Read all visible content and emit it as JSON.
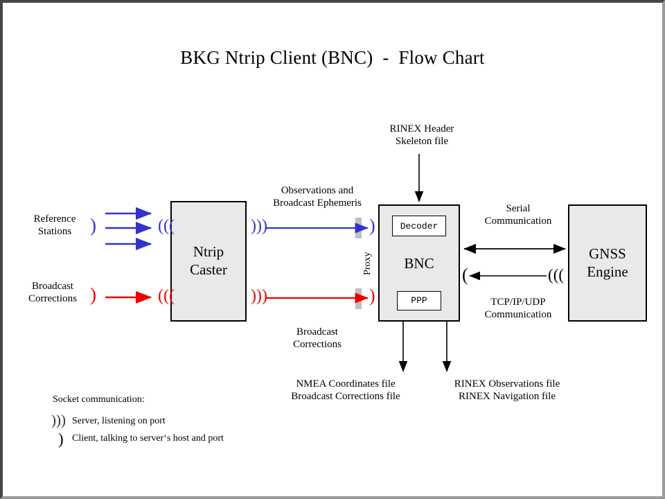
{
  "chart_data": {
    "type": "diagram",
    "title": "BKG Ntrip Client (BNC)  -  Flow Chart",
    "nodes": [
      {
        "id": "ntrip-caster",
        "label": "Ntrip\nCaster"
      },
      {
        "id": "bnc",
        "label": "BNC"
      },
      {
        "id": "gnss-engine",
        "label": "GNSS\nEngine"
      },
      {
        "id": "decoder",
        "label": "Decoder"
      },
      {
        "id": "ppp",
        "label": "PPP"
      }
    ],
    "edges": [
      {
        "from": "reference-stations",
        "to": "ntrip-caster",
        "color": "#3333cc",
        "count": 3
      },
      {
        "from": "broadcast-corrections",
        "to": "ntrip-caster",
        "color": "#ee0000",
        "count": 1
      },
      {
        "from": "ntrip-caster",
        "to": "bnc",
        "label": "Observations and\nBroadcast Ephemeris",
        "color": "#3333cc"
      },
      {
        "from": "ntrip-caster",
        "to": "bnc",
        "label": "Broadcast\nCorrections",
        "color": "#ee0000"
      },
      {
        "from": "rinex-header-skeleton",
        "to": "bnc",
        "color": "#000000"
      },
      {
        "from": "bnc",
        "to": "gnss-engine",
        "label": "Serial\nCommunication",
        "color": "#000000",
        "bidirectional": true
      },
      {
        "from": "gnss-engine",
        "to": "bnc",
        "label": "TCP/IP/UDP\nCommunication",
        "color": "#000000"
      },
      {
        "from": "bnc",
        "to": "nmea-output",
        "color": "#000000"
      },
      {
        "from": "bnc",
        "to": "rinex-output",
        "color": "#000000"
      }
    ]
  },
  "title": "BKG Ntrip Client (BNC)  -  Flow Chart",
  "boxes": {
    "caster": "Ntrip\nCaster",
    "bnc": "BNC",
    "gnss": "GNSS\nEngine",
    "decoder": "Decoder",
    "ppp": "PPP"
  },
  "labels": {
    "reference_stations": "Reference\nStations",
    "broadcast_corrections_in": "Broadcast\nCorrections",
    "observations": "Observations and\nBroadcast Ephemeris",
    "broadcast_corrections_mid": "Broadcast\nCorrections",
    "rinex_header": "RINEX Header\nSkeleton file",
    "proxy": "Proxy",
    "serial": "Serial\nCommunication",
    "tcpip": "TCP/IP/UDP\nCommunication",
    "nmea_out": "NMEA Coordinates file\nBroadcast Corrections file",
    "rinex_out": "RINEX Observations file\nRINEX Navigation file"
  },
  "legend": {
    "heading": "Socket communication:",
    "server_symbol": "server-antenna-icon",
    "server_text": "Server, listening  on port",
    "client_symbol": "client-bracket-icon",
    "client_text": "Client, talking to server‘s  host and port"
  },
  "colors": {
    "blue": "#3333cc",
    "red": "#ee0000",
    "black": "#000000",
    "box_fill": "#e9e9e9",
    "proxy_bar": "#bfbfbf",
    "frame_dark": "#454545",
    "frame_light": "#9a9a9a"
  }
}
